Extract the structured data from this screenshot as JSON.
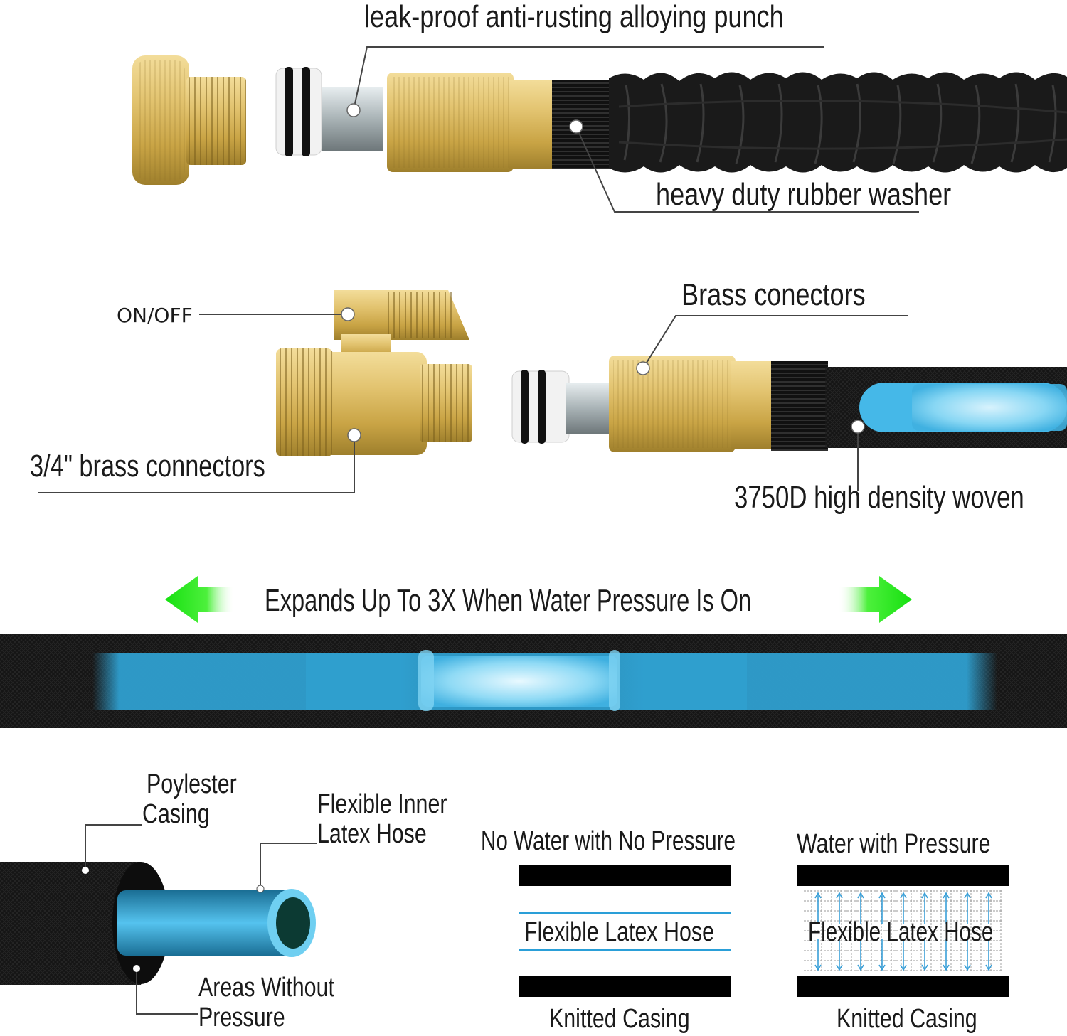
{
  "labels": {
    "leak_proof": "leak-proof anti-rusting alloying punch",
    "rubber_washer": "heavy duty rubber washer",
    "on_off": "ON/OFF",
    "brass_connectors_top": "Brass conectors",
    "brass_connectors_34": "3/4\" brass connectors",
    "woven": "3750D high density woven",
    "expands": "Expands Up To 3X When Water Pressure Is On",
    "polyester_casing_1": "Poylester",
    "polyester_casing_2": "Casing",
    "inner_hose_1": "Flexible Inner",
    "inner_hose_2": "Latex Hose",
    "areas_without_1": "Areas Without",
    "areas_without_2": "Pressure",
    "no_water_title": "No Water with No Pressure",
    "no_water_latex": "Flexible Latex Hose",
    "no_water_casing": "Knitted Casing",
    "water_title": "Water with Pressure",
    "water_latex": "Flexible Latex Hose",
    "water_casing": "Knitted Casing"
  },
  "colors": {
    "brass": "#d9b865",
    "brass_dark": "#9e7f2c",
    "hose_black": "#141414",
    "latex_blue": "#3fb0e0",
    "arrow_green": "#22e81a",
    "leader_gray": "#444444"
  },
  "icons": {
    "left_arrow": "green-left-arrow-icon",
    "right_arrow": "green-right-arrow-icon"
  }
}
